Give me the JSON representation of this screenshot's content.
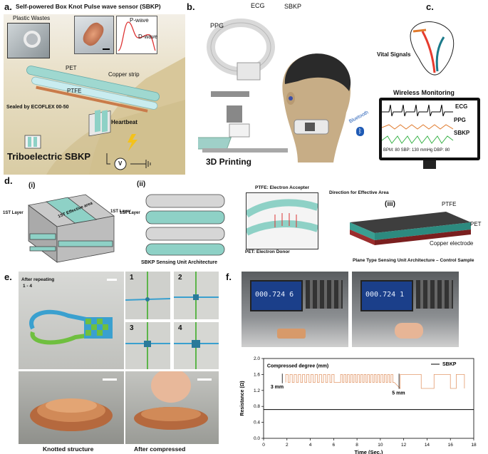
{
  "panels": {
    "a": {
      "label": "a.",
      "title": "Self-powered Box Knot Pulse wave sensor (SBKP)",
      "plastic_wastes": "Plastic Wastes",
      "pet": "PET",
      "copper_strip": "Copper strip",
      "ptfe": "PTFE",
      "sealed": "Sealed by ECOFLEX 00-50",
      "heartbeat": "Heartbeat",
      "triboelectric": "Triboelectric SBKP",
      "p_wave": "P-wave",
      "d_wave": "D-wave",
      "voltmeter": "V"
    },
    "b": {
      "label": "b.",
      "ecg": "ECG",
      "sbkp": "SBKP",
      "ppg": "PPG",
      "printing": "3D Printing",
      "bluetooth": "Bluetooth"
    },
    "c": {
      "label": "c.",
      "vital": "Vital Signals",
      "wireless": "Wireless Monitoring",
      "ecg": "ECG",
      "ppg": "PPG",
      "sbkp": "SBKP",
      "readout": "BPM: 80 SBP: 130 mmHg DBP: 80"
    },
    "d": {
      "label": "d.",
      "i": "(i)",
      "ii": "(ii)",
      "iii": "(iii)",
      "layer1": "1ST Layer",
      "layer1b": "1ST Layer",
      "layer2": "1ST Layer",
      "effective": "1ST Effective area",
      "arch": "SBKP Sensing Unit Architecture",
      "ptfe_acc": "PTFE: Electron Accepter",
      "pet_don": "PET: Electron Donor",
      "direction": "Direction for Effective Area",
      "ptfe": "PTFE",
      "pet": "PET",
      "copper": "Copper electrode",
      "plane": "Plane Type Sensing Unit Architecture – Control Sample"
    },
    "e": {
      "label": "e.",
      "after": "After repeating",
      "steps": "1 - 4",
      "n1": "1",
      "n2": "2",
      "n3": "3",
      "n4": "4",
      "knotted": "Knotted structure",
      "compressed": "After compressed"
    },
    "f": {
      "label": "f.",
      "display1": "000.724 6",
      "display2": "000.724 1"
    }
  },
  "chart_data": {
    "type": "line",
    "xlabel": "Time (Sec.)",
    "ylabel": "Resistance (Ω)",
    "xlim": [
      0,
      18
    ],
    "ylim": [
      0.0,
      2.0
    ],
    "xticks": [
      "0",
      "2",
      "4",
      "6",
      "8",
      "10",
      "12",
      "14",
      "16",
      "18"
    ],
    "yticks": [
      "0.0",
      "0.4",
      "0.8",
      "1.2",
      "1.6",
      "2.0"
    ],
    "legend": "SBKP",
    "annotation_title": "Compressed degree (mm)",
    "annotation_3mm": "3 mm",
    "annotation_5mm": "5 mm",
    "series": [
      {
        "name": "SBKP",
        "x": [
          0,
          18
        ],
        "y": [
          0.72,
          0.72
        ]
      }
    ],
    "compression_profile": {
      "segments": [
        {
          "x0": 1.9,
          "x1": 6.2,
          "cycles": 12,
          "high": 1.6,
          "low": 1.4
        },
        {
          "x0": 6.6,
          "x1": 11.2,
          "cycles": 16,
          "high": 1.6,
          "low": 1.4
        },
        {
          "x0": 11.7,
          "x1": 17.2,
          "blocks": [
            [
              11.7,
              13.5
            ],
            [
              14.6,
              16.0
            ],
            [
              16.5,
              17.2
            ]
          ],
          "high": 1.6,
          "low": 1.25
        }
      ],
      "color": "#e39a6c"
    },
    "colors": {
      "line": "#000000",
      "profile": "#e39a6c"
    }
  }
}
